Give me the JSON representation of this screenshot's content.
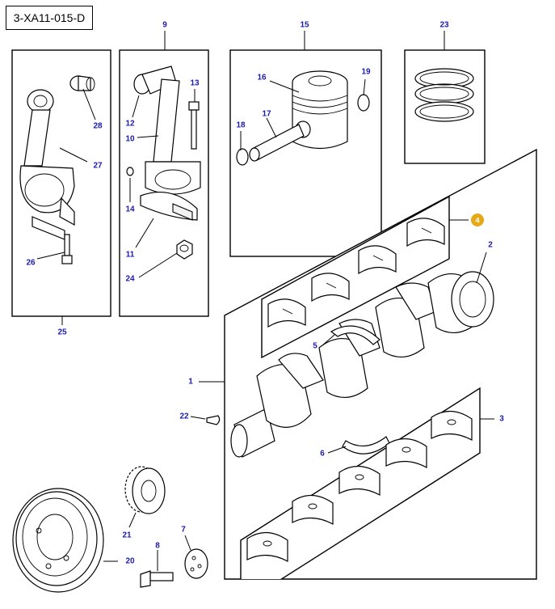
{
  "diagram_code": "3-XA11-015-D",
  "callouts": {
    "c1": "1",
    "c2": "2",
    "c3": "3",
    "c4": "4",
    "c5": "5",
    "c6": "6",
    "c7": "7",
    "c8": "8",
    "c9": "9",
    "c10": "10",
    "c11": "11",
    "c12": "12",
    "c13": "13",
    "c14": "14",
    "c15": "15",
    "c16": "16",
    "c17": "17",
    "c18": "18",
    "c19": "19",
    "c20": "20",
    "c21": "21",
    "c22": "22",
    "c23": "23",
    "c24": "24",
    "c25": "25",
    "c26": "26",
    "c27": "27",
    "c28": "28"
  },
  "colors": {
    "callout_text": "#1a1ab0",
    "highlight_badge": "#e6a817",
    "line": "#000000"
  }
}
